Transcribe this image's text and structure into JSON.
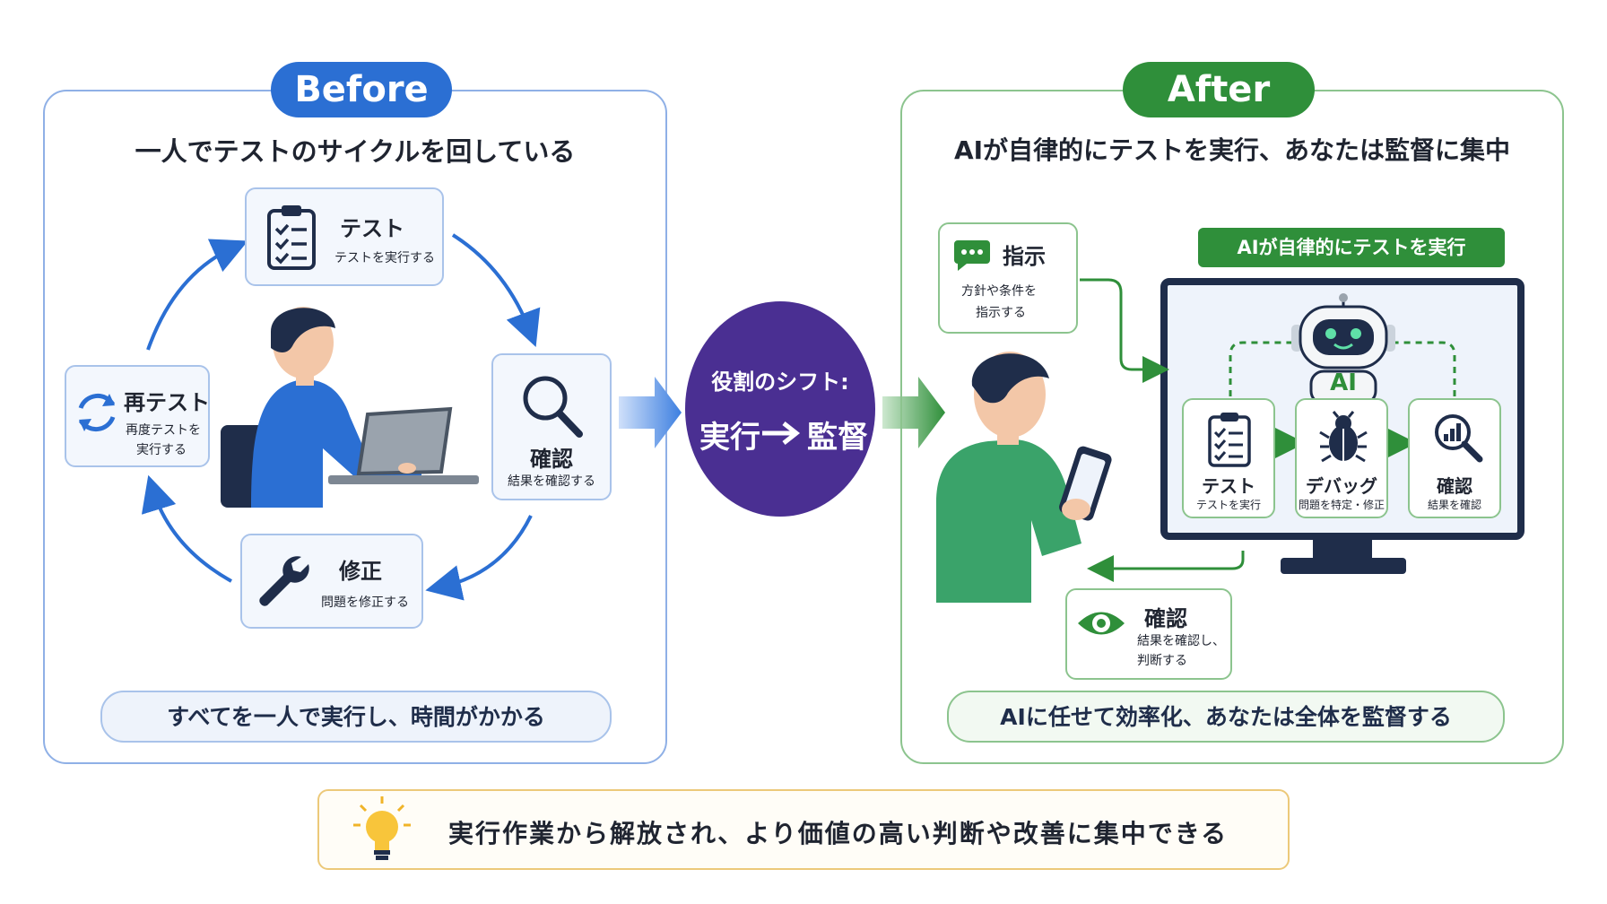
{
  "before": {
    "badge": "Before",
    "heading": "一人でテストのサイクルを回している",
    "cycle": {
      "test": {
        "title": "テスト",
        "sub": "テストを実行する"
      },
      "confirm": {
        "title": "確認",
        "sub": "結果を確認する"
      },
      "fix": {
        "title": "修正",
        "sub": "問題を修正する"
      },
      "retest": {
        "title": "再テスト",
        "sub_line1": "再度テストを",
        "sub_line2": "実行する"
      }
    },
    "footer": "すべてを一人で実行し、時間がかかる"
  },
  "shift": {
    "label": "役割のシフト:",
    "from": "実行",
    "to": "監督"
  },
  "after": {
    "badge": "After",
    "heading": "AIが自律的にテストを実行、あなたは監督に集中",
    "instruction": {
      "title": "指示",
      "sub_line1": "方針や条件を",
      "sub_line2": "指示する"
    },
    "ai_banner": "AIが自律的にテストを実行",
    "robot_label": "AI",
    "steps": {
      "test": {
        "title": "テスト",
        "sub": "テストを実行"
      },
      "debug": {
        "title": "デバッグ",
        "sub": "問題を特定・修正"
      },
      "confirm": {
        "title": "確認",
        "sub": "結果を確認"
      }
    },
    "review": {
      "title": "確認",
      "sub_line1": "結果を確認し、",
      "sub_line2": "判断する"
    },
    "footer": "AIに任せて効率化、あなたは全体を監督する"
  },
  "conclusion": "実行作業から解放され、より価値の高い判断や改善に集中できる",
  "colors": {
    "before_accent": "#2b6fd3",
    "after_accent": "#2f8f3a",
    "shift_circle": "#4a2f92",
    "conclusion_border": "#ecc97a"
  }
}
